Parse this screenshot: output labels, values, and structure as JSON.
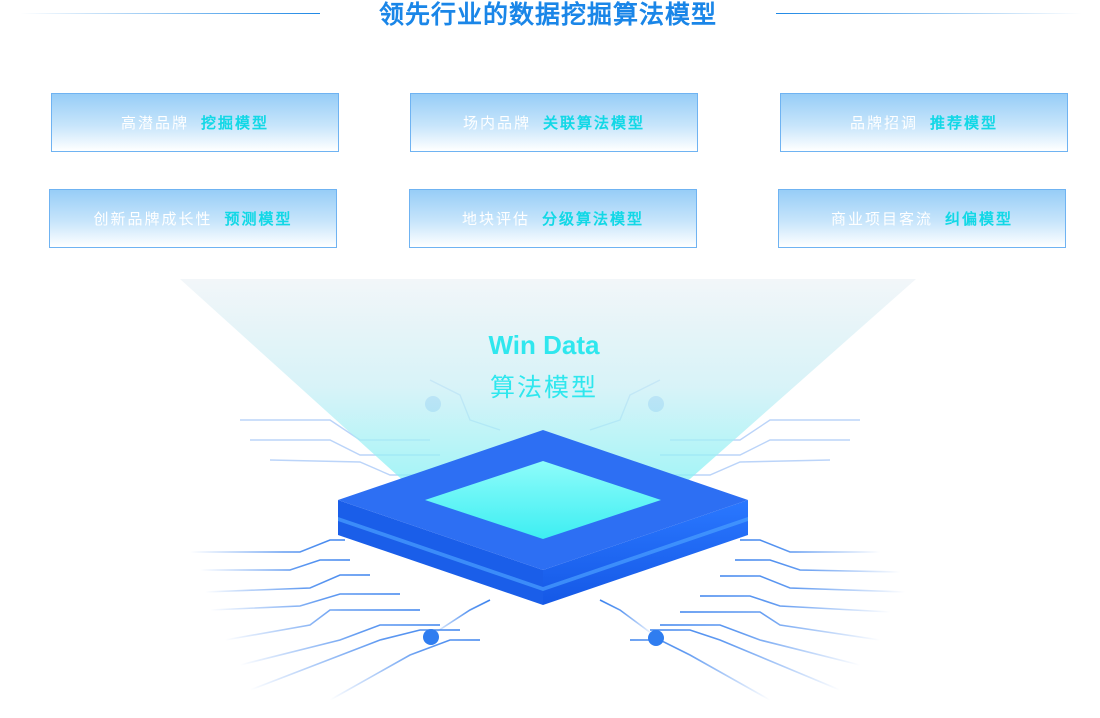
{
  "title": "领先行业的数据挖掘算法模型",
  "cards": [
    {
      "label": "高潜品牌",
      "model": "挖掘模型"
    },
    {
      "label": "场内品牌",
      "model": "关联算法模型"
    },
    {
      "label": "品牌招调",
      "model": "推荐模型"
    },
    {
      "label": "创新品牌成长性",
      "model": "预测模型"
    },
    {
      "label": "地块评估",
      "model": "分级算法模型"
    },
    {
      "label": "商业项目客流",
      "model": "纠偏模型"
    }
  ],
  "chip": {
    "title_en": "Win Data",
    "title_cn": "算法模型"
  },
  "colors": {
    "accent": "#1a86e8",
    "cyan": "#2fe7ee",
    "chip_blue": "#1f63f0",
    "chip_top": "#6af9f6"
  }
}
